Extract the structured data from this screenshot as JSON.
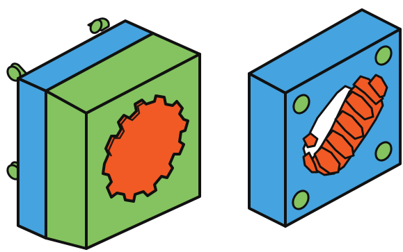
{
  "colors": {
    "blue": "#45A3DF",
    "green": "#84C35F",
    "orange": "#F15A24",
    "outline": "#111111",
    "background": "#FFFFFF"
  },
  "objects": [
    {
      "name": "left-assembly",
      "parts": [
        "blue-plate",
        "green-plate",
        "gear-cutout",
        "pins"
      ]
    },
    {
      "name": "right-assembly",
      "parts": [
        "blue-plate",
        "mounting-holes",
        "shaft-cutout"
      ]
    }
  ]
}
